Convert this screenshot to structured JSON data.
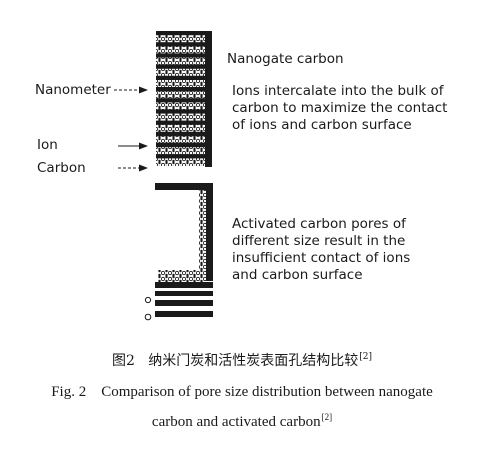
{
  "labels": {
    "nanometer": "Nanometer",
    "ion": "Ion",
    "carbon": "Carbon",
    "nanogate_title": "Nanogate carbon",
    "nanogate_desc": [
      "Ions intercalate into the bulk of",
      "carbon to maximize the contact",
      "of ions and carbon surface"
    ],
    "activated_desc": [
      "Activated carbon pores of",
      "different size result in the",
      "insufficient contact of ions",
      "and carbon surface"
    ]
  },
  "caption": {
    "cn_prefix": "图2",
    "cn_text": "纳米门炭和活性炭表面孔结构比较",
    "cn_ref": "[2]",
    "en_line1": "Fig. 2    Comparison of pore size distribution between nanogate",
    "en_line2": "carbon and activated carbon",
    "en_ref": "[2]"
  },
  "colors": {
    "ink": "#1a1a1a",
    "background": "#ffffff"
  }
}
